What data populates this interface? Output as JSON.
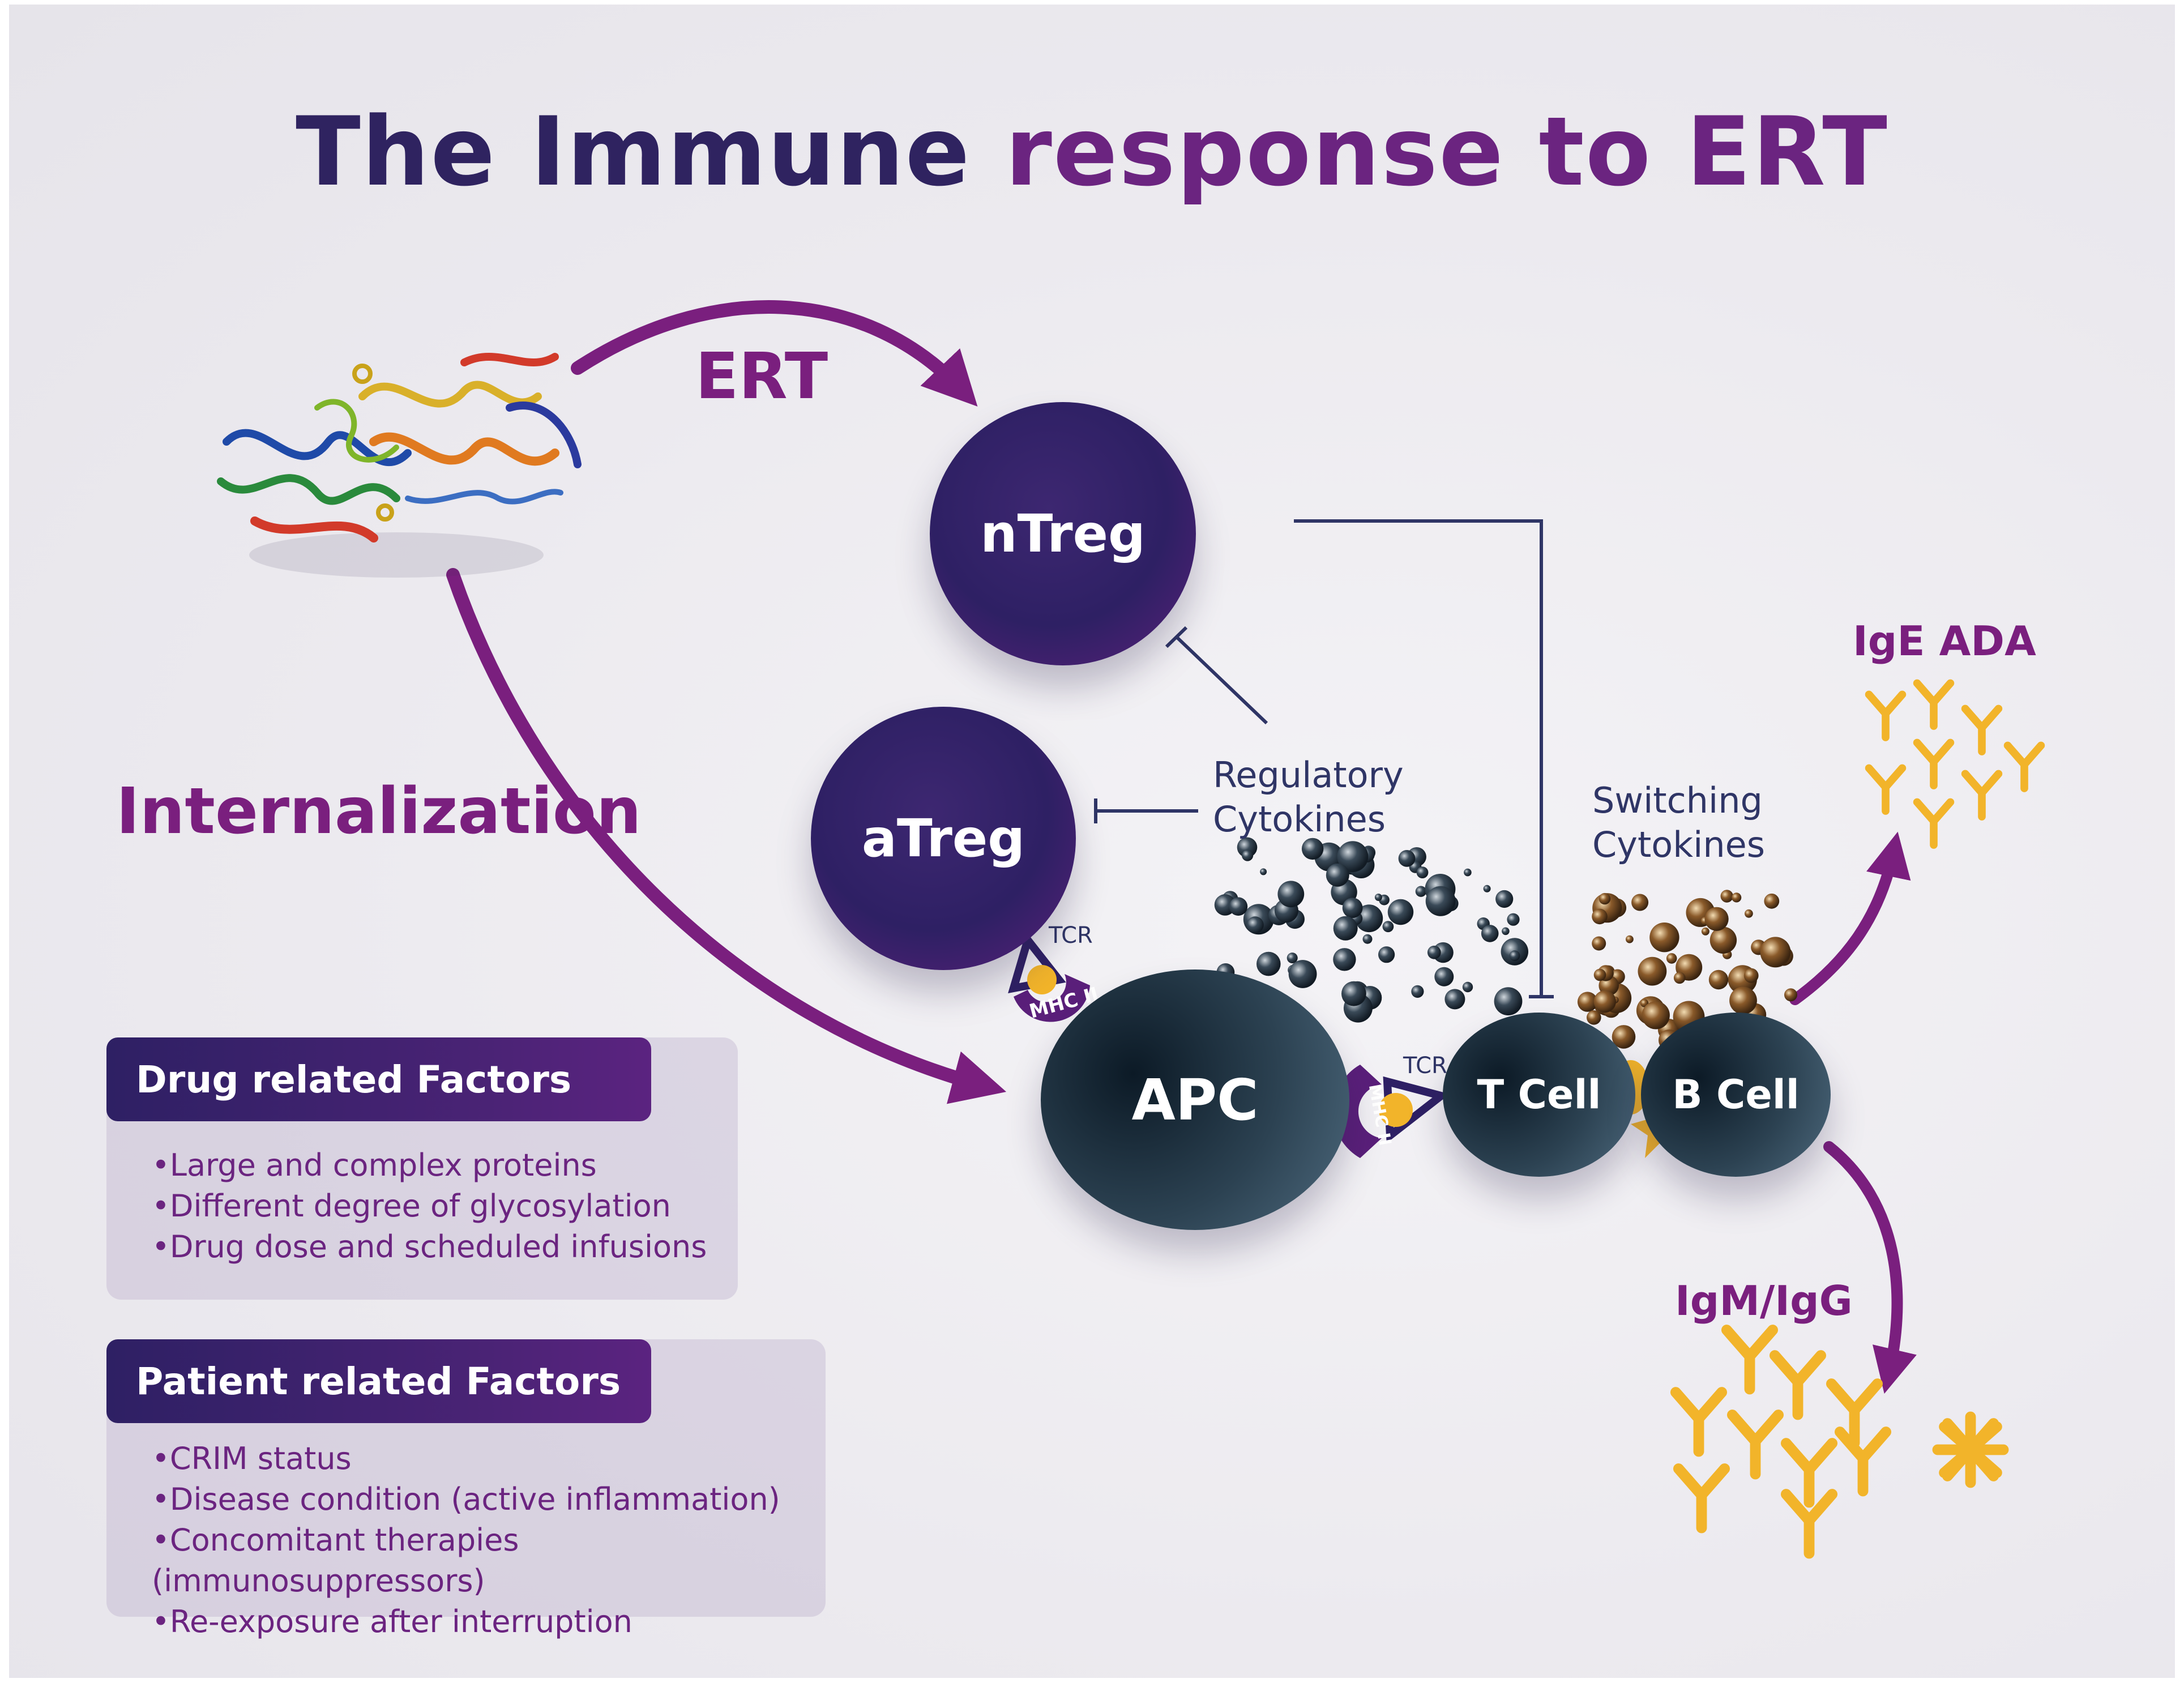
{
  "title": {
    "part1": "The Immune ",
    "part2": "response to ERT"
  },
  "labels": {
    "ert": "ERT",
    "internalization": "Internalization",
    "regulatory_line1": "Regulatory",
    "regulatory_line2": "Cytokines",
    "switching_line1": "Switching",
    "switching_line2": "Cytokines",
    "ige_ada": "IgE ADA",
    "igm_igg": "IgM/IgG",
    "tcr_top": "TCR",
    "mhc_top": "MHC II",
    "tcr_mid": "TCR",
    "mhc_mid": "MHC II"
  },
  "cells": {
    "ntreg": "nTreg",
    "atreg": "aTreg",
    "apc": "APC",
    "tcell": "T Cell",
    "bcell": "B Cell"
  },
  "drug_factors": {
    "title": "Drug related Factors",
    "items": [
      "Large and complex proteins",
      "Different degree of glycosylation",
      "Drug dose and scheduled infusions"
    ]
  },
  "patient_factors": {
    "title": "Patient related Factors",
    "items": [
      "CRIM status",
      "Disease condition (active inflammation)",
      "Concomitant therapies (immunosuppressors)",
      "Re-exposure after interruption"
    ]
  },
  "colors": {
    "purple_dark": "#2e2064",
    "magenta": "#7a1f7e",
    "cell_dark": "#1e3140",
    "antibody": "#f2b42a"
  }
}
